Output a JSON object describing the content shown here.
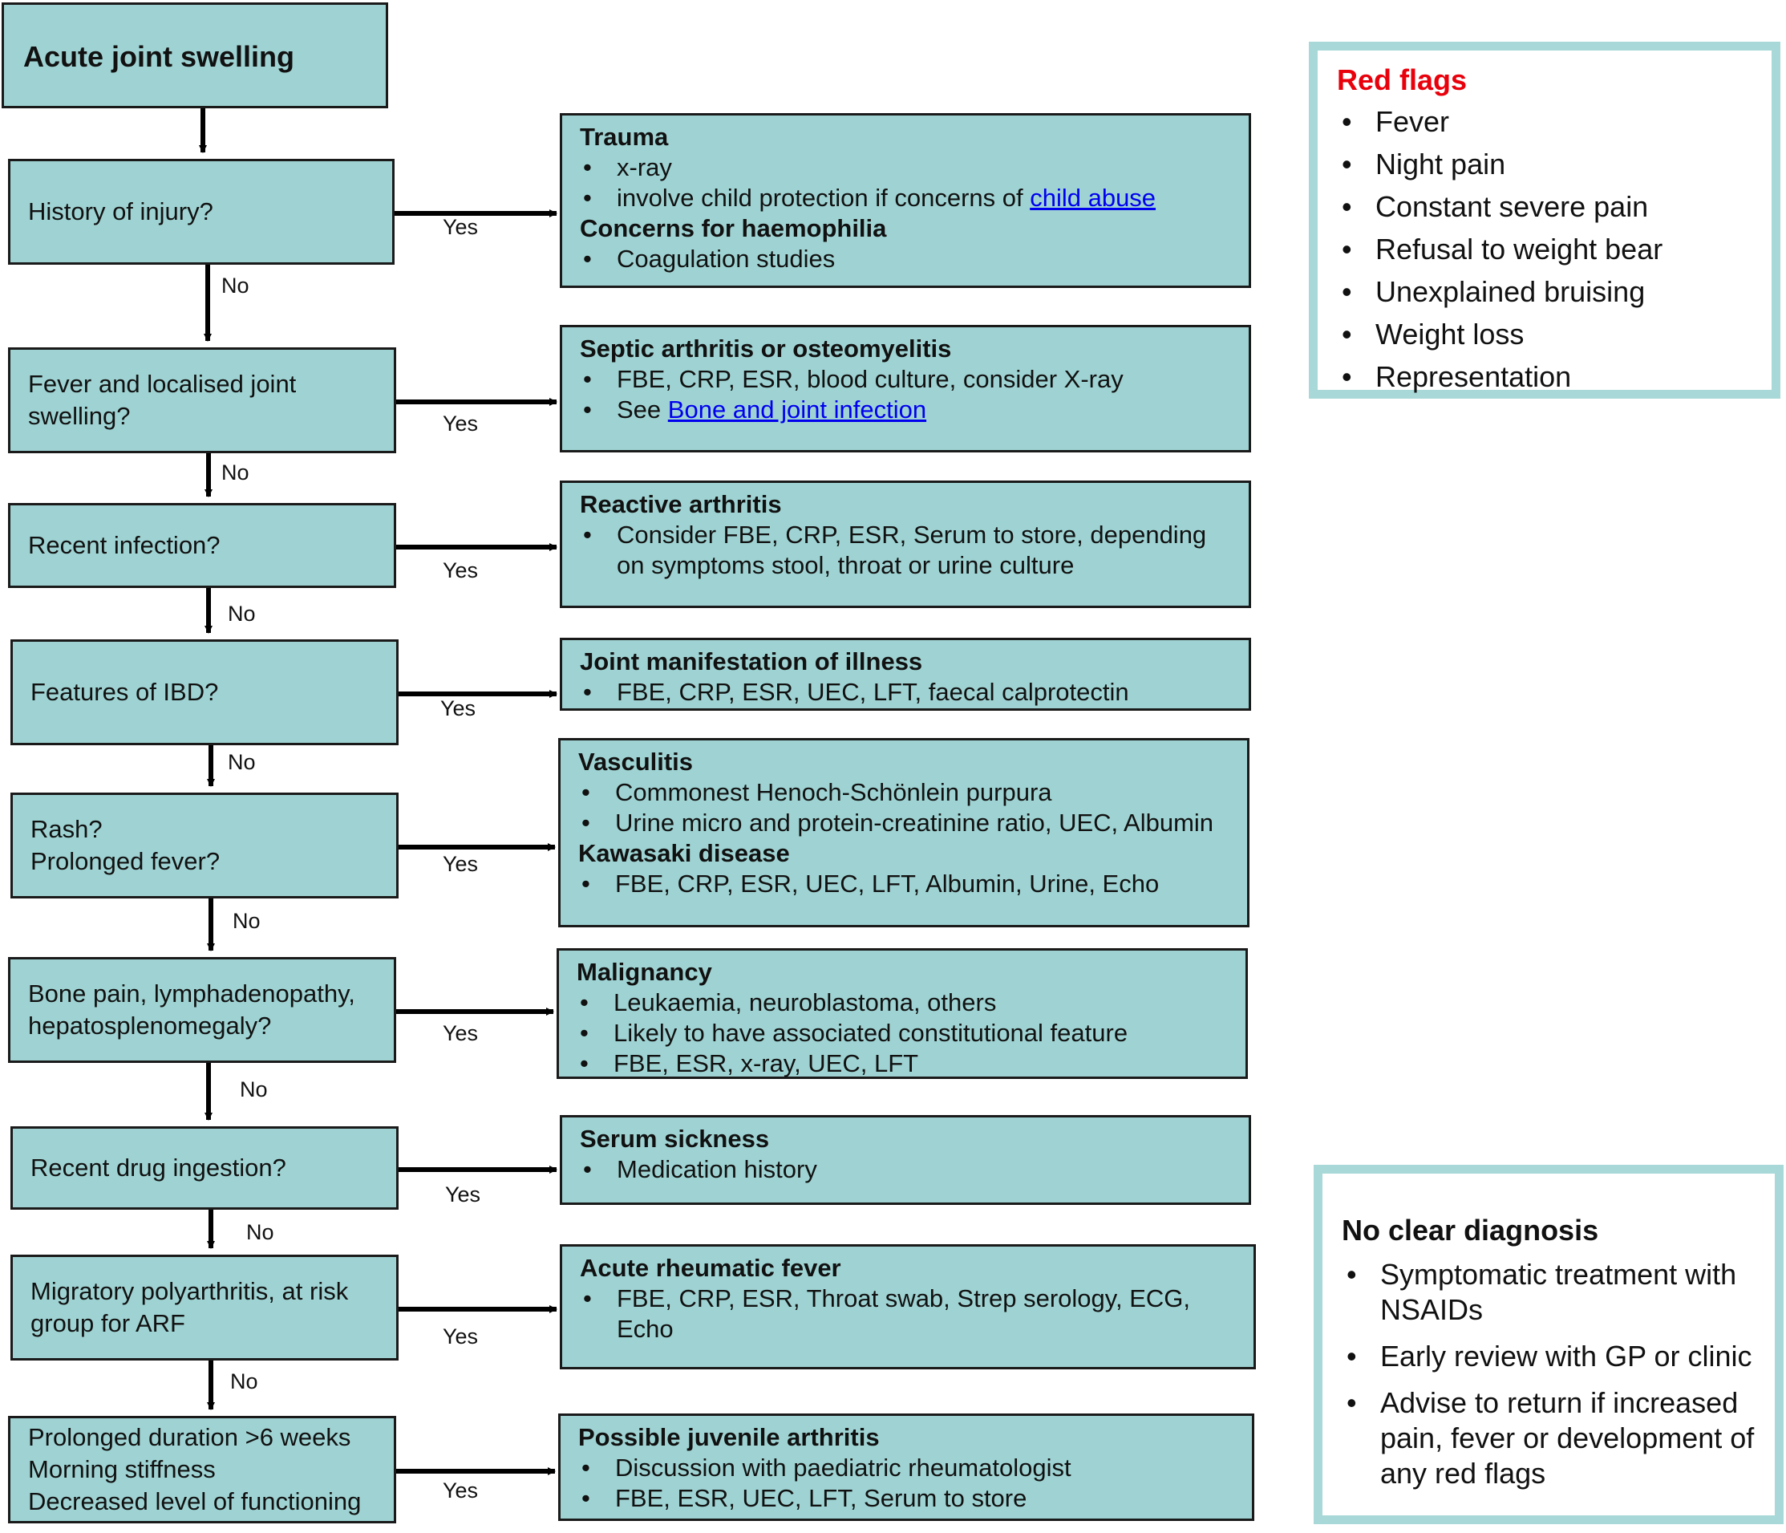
{
  "start": {
    "title": "Acute joint swelling"
  },
  "labels": {
    "yes": "Yes",
    "no": "No"
  },
  "steps": [
    {
      "question": [
        "History of injury?"
      ],
      "result": [
        {
          "heading": "Trauma",
          "bullets": [
            {
              "text": "x-ray"
            },
            {
              "text": "involve child protection if concerns of ",
              "link": "child abuse"
            }
          ]
        },
        {
          "heading": "Concerns for haemophilia",
          "bullets": [
            {
              "text": "Coagulation studies"
            }
          ]
        }
      ]
    },
    {
      "question": [
        "Fever and localised joint",
        "swelling?"
      ],
      "result": [
        {
          "heading": "Septic arthritis or osteomyelitis",
          "bullets": [
            {
              "text": "FBE, CRP, ESR, blood culture, consider X-ray"
            },
            {
              "text": "See ",
              "link": "Bone and joint infection"
            }
          ]
        }
      ]
    },
    {
      "question": [
        "Recent infection?"
      ],
      "result": [
        {
          "heading": "Reactive arthritis",
          "bullets": [
            {
              "text": "Consider FBE, CRP, ESR, Serum to store, depending on symptoms stool, throat or urine culture"
            }
          ]
        }
      ]
    },
    {
      "question": [
        "Features of IBD?"
      ],
      "result": [
        {
          "heading": "Joint manifestation of illness",
          "bullets": [
            {
              "text": "FBE, CRP, ESR, UEC, LFT, faecal calprotectin"
            }
          ]
        }
      ]
    },
    {
      "question": [
        "Rash?",
        "Prolonged fever?"
      ],
      "result": [
        {
          "heading": "Vasculitis",
          "bullets": [
            {
              "text": "Commonest Henoch-Schönlein purpura"
            },
            {
              "text": "Urine micro and protein-creatinine ratio, UEC, Albumin"
            }
          ]
        },
        {
          "heading": "Kawasaki disease",
          "bullets": [
            {
              "text": "FBE, CRP, ESR, UEC, LFT, Albumin, Urine, Echo"
            }
          ]
        }
      ]
    },
    {
      "question": [
        "Bone pain, lymphadenopathy,",
        "hepatosplenomegaly?"
      ],
      "result": [
        {
          "heading": "Malignancy",
          "bullets": [
            {
              "text": "Leukaemia, neuroblastoma, others"
            },
            {
              "text": "Likely to have associated constitutional feature"
            },
            {
              "text": "FBE, ESR, x-ray, UEC, LFT"
            }
          ]
        }
      ]
    },
    {
      "question": [
        "Recent drug ingestion?"
      ],
      "result": [
        {
          "heading": "Serum sickness",
          "bullets": [
            {
              "text": "Medication history"
            }
          ]
        }
      ]
    },
    {
      "question": [
        "Migratory polyarthritis, at risk",
        "group for ARF"
      ],
      "result": [
        {
          "heading": "Acute rheumatic fever",
          "bullets": [
            {
              "text": "FBE, CRP, ESR, Throat swab, Strep serology, ECG, Echo"
            }
          ]
        }
      ]
    },
    {
      "question": [
        "Prolonged duration >6 weeks",
        "Morning stiffness",
        "Decreased level of functioning"
      ],
      "result": [
        {
          "heading": "Possible juvenile arthritis",
          "bullets": [
            {
              "text": "Discussion with paediatric rheumatologist"
            },
            {
              "text": "FBE, ESR, UEC, LFT, Serum to store"
            }
          ]
        }
      ]
    }
  ],
  "red_flags": {
    "title": "Red flags",
    "title_color": "#e8000b",
    "items": [
      "Fever",
      "Night pain",
      "Constant severe pain",
      "Refusal to weight bear",
      "Unexplained bruising",
      "Weight loss",
      "Representation"
    ]
  },
  "no_diagnosis": {
    "title": "No clear diagnosis",
    "items": [
      "Symptomatic treatment with NSAIDs",
      "Early review with GP or clinic",
      "Advise to return if increased pain, fever or development of any red flags"
    ]
  },
  "colors": {
    "box_fill": "#9fd3d3",
    "box_border": "#1a1a1a",
    "panel_border": "#a8d8d8",
    "link": "#0000ee"
  }
}
